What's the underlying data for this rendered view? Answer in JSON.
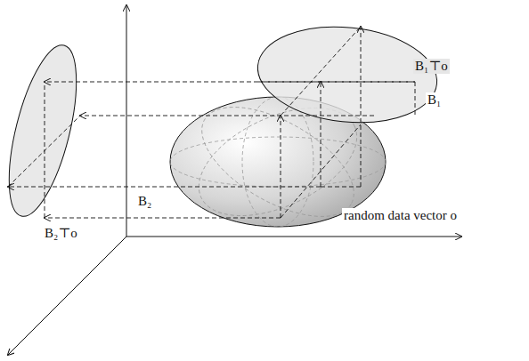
{
  "diagram": {
    "labels": [
      "B₁⊤o",
      "B₁",
      "B₂",
      "random data vector o",
      "B₂⊤o"
    ]
  }
}
